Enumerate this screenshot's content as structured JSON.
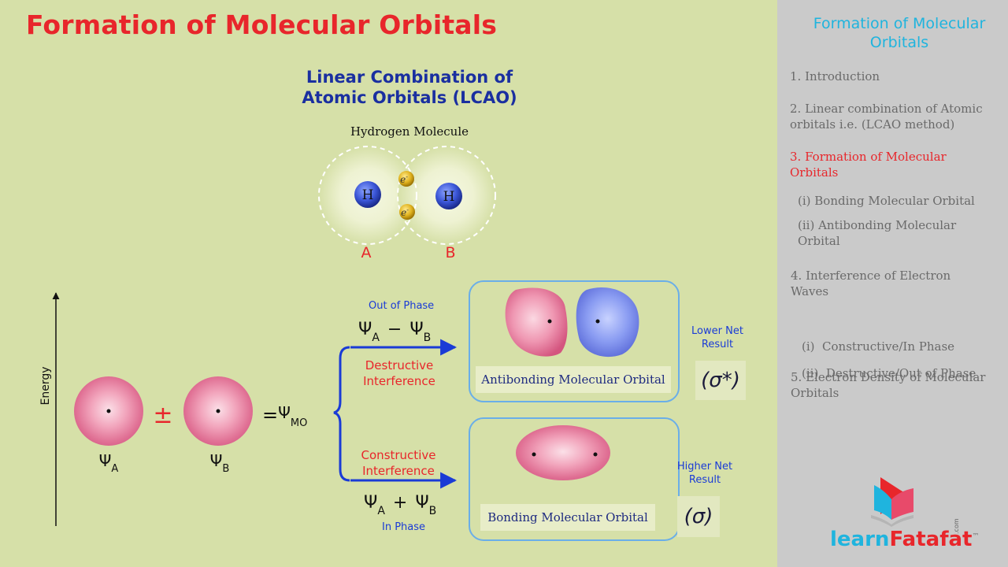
{
  "title": "Formation of Molecular Orbitals",
  "lcao": {
    "title_line1": "Linear Combination of",
    "title_line2": "Atomic Orbitals (LCAO)"
  },
  "hydrogen": {
    "title": "Hydrogen Molecule",
    "atom_symbol": "H",
    "electron": "e",
    "electron_sup": "-",
    "label_a": "A",
    "label_b": "B"
  },
  "energy_axis": {
    "label": "Energy"
  },
  "equation": {
    "psi": "Ψ",
    "sub_a": "A",
    "sub_b": "B",
    "plus_minus": "±",
    "equals": "=",
    "sub_mo": "MO",
    "minus": "−",
    "plus": "+"
  },
  "out_of_phase": {
    "label": "Out of Phase",
    "effect_line1": "Destructive",
    "effect_line2": "Interference"
  },
  "in_phase": {
    "label": "In Phase",
    "effect_line1": "Constructive",
    "effect_line2": "Interference"
  },
  "antibonding": {
    "label": "Antibonding Molecular Orbital",
    "result_line1": "Lower Net",
    "result_line2": "Result",
    "symbol": "(σ*)"
  },
  "bonding": {
    "label": "Bonding Molecular Orbital",
    "result_line1": "Higher Net",
    "result_line2": "Result",
    "symbol": "(σ)"
  },
  "sidebar": {
    "title_line1": "Formation of Molecular",
    "title_line2": "Orbitals",
    "items": [
      {
        "text": "1. Introduction"
      },
      {
        "text": "2. Linear combination of Atomic",
        "text2": "orbitals i.e. (LCAO method)"
      },
      {
        "text": "3. Formation of Molecular",
        "text2": "Orbitals"
      },
      {
        "text": "(i) Bonding Molecular Orbital"
      },
      {
        "text": "(ii) Antibonding Molecular",
        "text2": "Orbital"
      },
      {
        "text": "4. Interference of Electron",
        "text2": "Waves"
      },
      {
        "text": "(i)  Constructive/In Phase"
      },
      {
        "text": "(ii)  Destructive/Out of Phase"
      },
      {
        "text": "5. Electron Density of Molecular",
        "text2": "Orbitals"
      }
    ]
  },
  "logo": {
    "part1": "learn",
    "part2": "Fatafat",
    "tm": "™",
    "com": ".com"
  },
  "colors": {
    "title_red": "#e8262b",
    "sidebar_blue": "#1fb4de",
    "arrow_blue": "#1a3bd6",
    "navy": "#1a2fa0",
    "box_border": "#6aaee8"
  }
}
